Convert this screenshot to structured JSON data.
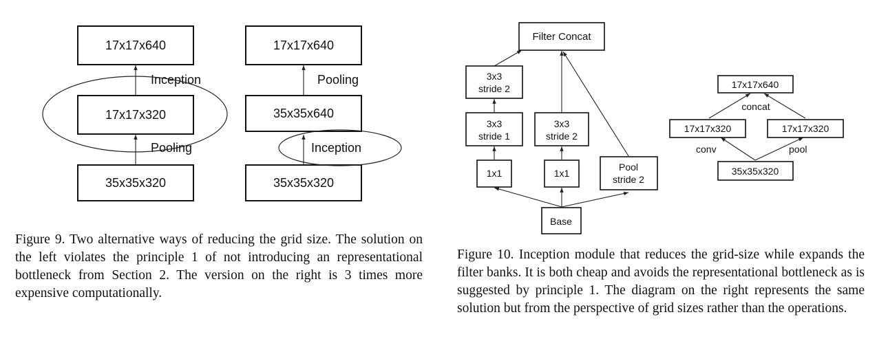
{
  "figure9": {
    "left": {
      "box_top": "17x17x640",
      "box_mid": "17x17x320",
      "box_bottom": "35x35x320",
      "label_upper": "Inception",
      "label_lower": "Pooling"
    },
    "right": {
      "box_top": "17x17x640",
      "box_mid": "35x35x640",
      "box_bottom": "35x35x320",
      "label_upper": "Pooling",
      "label_lower": "Inception"
    },
    "caption": "Figure 9. Two alternative ways of reducing the grid size. The solution on the left violates the principle 1 of not introducing an representational bottleneck from Section 2. The version on the right is 3 times more expensive computationally."
  },
  "figure10": {
    "module": {
      "filter_concat": "Filter Concat",
      "b1_top_l1": "3x3",
      "b1_top_l2": "stride 2",
      "b1_mid_l1": "3x3",
      "b1_mid_l2": "stride 1",
      "b1_bot": "1x1",
      "b2_mid_l1": "3x3",
      "b2_mid_l2": "stride 2",
      "b2_bot": "1x1",
      "pool_l1": "Pool",
      "pool_l2": "stride 2",
      "base": "Base"
    },
    "grid": {
      "top": "17x17x640",
      "concat": "concat",
      "left": "17x17x320",
      "right": "17x17x320",
      "conv": "conv",
      "pool": "pool",
      "bottom": "35x35x320"
    },
    "caption": "Figure 10. Inception module that reduces the grid-size while expands the filter banks. It is both cheap and avoids the representational bottleneck as is suggested by principle 1. The diagram on the right represents the same solution but from the perspective of grid sizes rather than the operations."
  }
}
